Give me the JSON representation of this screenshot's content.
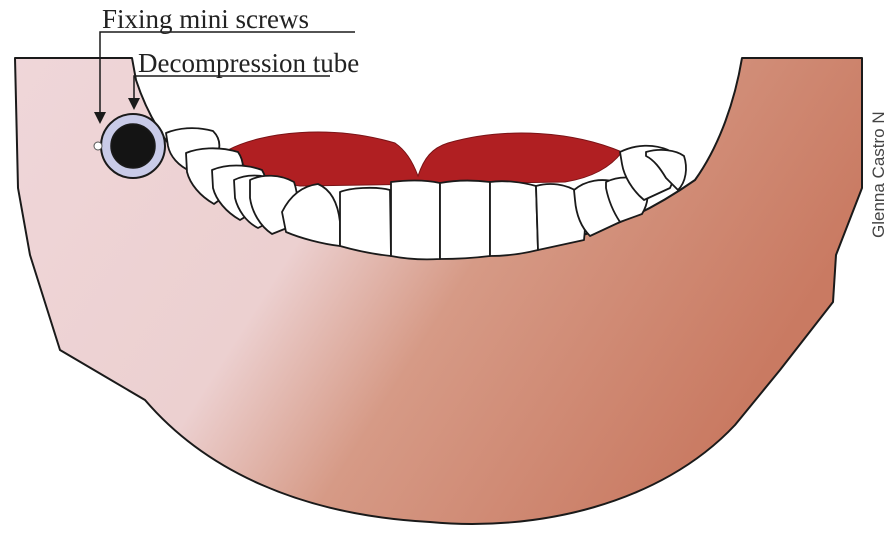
{
  "labels": {
    "fixing_screws": "Fixing mini screws",
    "decompression_tube": "Decompression tube"
  },
  "credit": "Glenna Castro N",
  "colors": {
    "jaw_light": "#ecd3d6",
    "jaw_dark": "#c97e68",
    "gum": "#b01f22",
    "tooth": "#ffffff",
    "tube_ring": "#c9cbe8",
    "tube_core": "#141414",
    "outline": "#1a1a1a"
  },
  "icons": {
    "tube": "decompression-tube-icon",
    "arrow": "arrow-icon"
  }
}
